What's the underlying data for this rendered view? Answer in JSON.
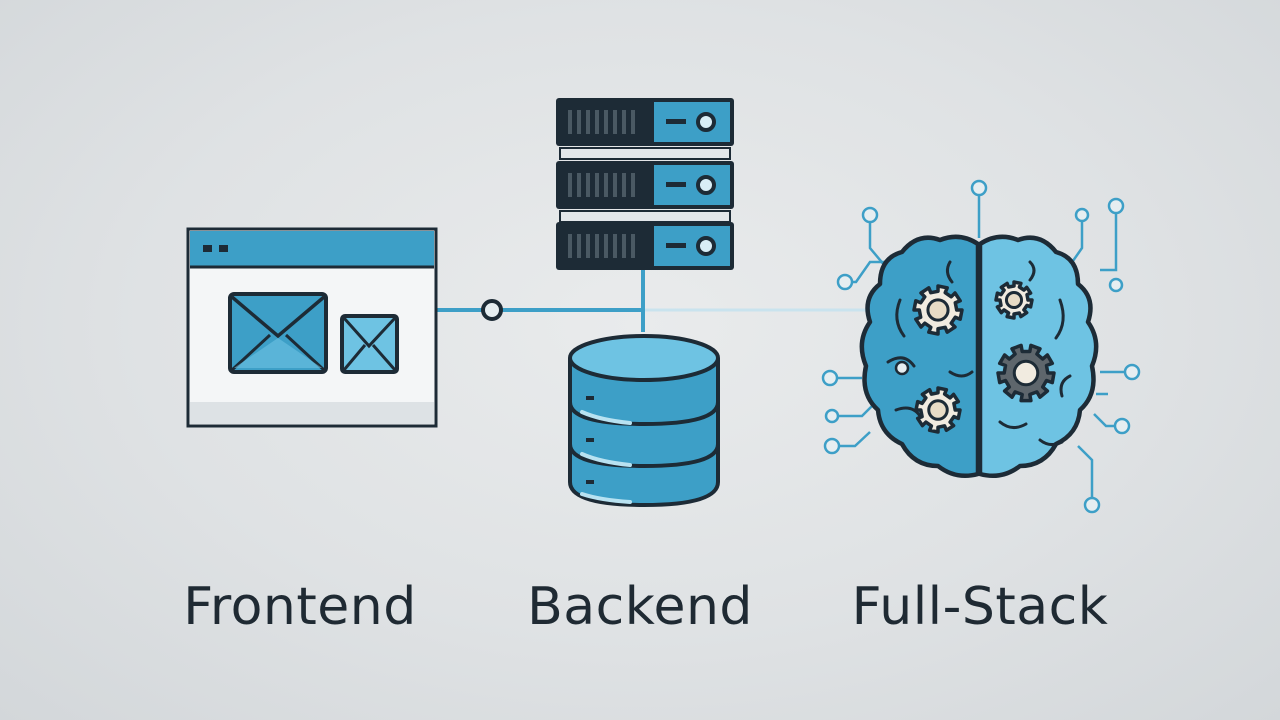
{
  "labels": {
    "frontend": "Frontend",
    "backend": "Backend",
    "fullstack": "Full-Stack"
  },
  "colors": {
    "background": "#dfe2e4",
    "accent_blue": "#3d9fc7",
    "light_blue": "#6ec3e3",
    "dark_navy": "#1d2b36",
    "window_white": "#f4f6f7",
    "gear_gray": "#5e666c",
    "gear_light": "#f1ebe0",
    "text": "#1f2a33"
  },
  "icons": {
    "frontend": "browser-window-icon",
    "backend_server": "server-rack-icon",
    "backend_database": "database-icon",
    "fullstack": "brain-with-gears-icon"
  }
}
